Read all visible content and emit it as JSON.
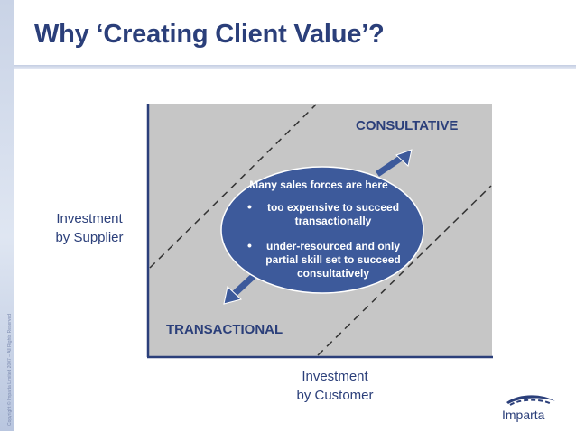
{
  "slide": {
    "title": "Why ‘Creating Client Value’?",
    "copyright": "Copyright © Imparta Limited 2007 – All Rights Reserved"
  },
  "diagram": {
    "y_axis_label_line1": "Investment",
    "y_axis_label_line2": "by Supplier",
    "x_axis_label_line1": "Investment",
    "x_axis_label_line2": "by Customer",
    "upper_zone_label": "CONSULTATIVE",
    "lower_zone_label": "TRANSACTIONAL",
    "ellipse": {
      "heading": "Many sales forces are here",
      "bullets": [
        {
          "marker": "•",
          "text": "too expensive to succeed transactionally"
        },
        {
          "marker": "•",
          "text": "under-resourced and only partial skill set to succeed consultatively"
        }
      ]
    },
    "colors": {
      "panel_fill": "#c6c6c6",
      "ellipse_fill": "#3d5a9b",
      "axis_color": "#2b3f7a",
      "dashed_line": "#333333"
    }
  },
  "logo": {
    "text": "Imparta",
    "icon": "swoosh-logo-icon"
  }
}
